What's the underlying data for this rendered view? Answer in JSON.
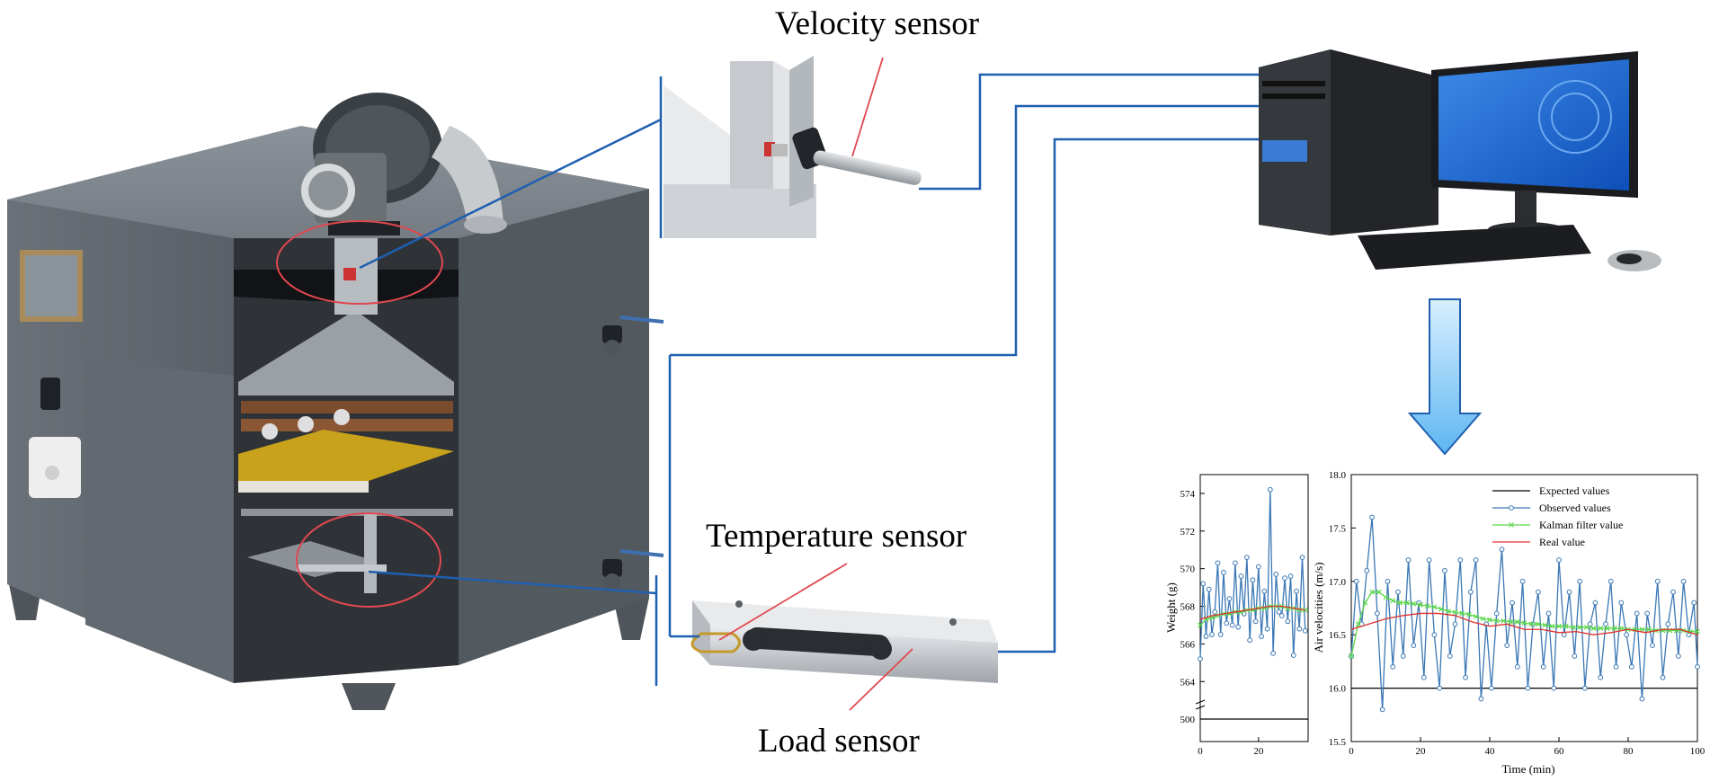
{
  "labels": {
    "velocity_sensor": "Velocity sensor",
    "temperature_sensor": "Temperature sensor",
    "load_sensor": "Load sensor"
  },
  "colors": {
    "connector_line": "#1f5fb0",
    "callout_line": "#e0484f",
    "chamber_body": "#5f666d",
    "tray": "#c9a21c",
    "arrow_fill": "#7fc4f5"
  },
  "chart_data": [
    {
      "type": "line",
      "ylabel": "Weight (g)",
      "xlabel": "",
      "xlim": [
        0,
        37
      ],
      "ylim_upper": [
        563.2,
        575.0
      ],
      "ylim_lower_value": 500,
      "axis_break": true,
      "xticks": [
        0,
        20
      ],
      "yticks": [
        564,
        566,
        568,
        570,
        572,
        574
      ],
      "lower_tick": 500,
      "series": [
        {
          "name": "Observed values",
          "color": "#3b78b5",
          "marker": "circle",
          "x": [
            0,
            1,
            2,
            3,
            4,
            5,
            6,
            7,
            8,
            9,
            10,
            11,
            12,
            13,
            14,
            15,
            16,
            17,
            18,
            19,
            20,
            21,
            22,
            23,
            24,
            25,
            26,
            27,
            28,
            29,
            30,
            31,
            32,
            33,
            34,
            35,
            36
          ],
          "y": [
            565.2,
            569.2,
            566.4,
            568.9,
            566.5,
            567.7,
            570.3,
            566.5,
            569.8,
            567.1,
            568.4,
            567.0,
            570.3,
            566.9,
            569.6,
            567.6,
            570.6,
            566.2,
            569.4,
            567.2,
            570.1,
            566.4,
            568.8,
            566.8,
            574.2,
            565.5,
            569.7,
            567.7,
            567.5,
            569.5,
            567.2,
            569.6,
            565.4,
            568.8,
            566.8,
            570.6,
            566.7
          ]
        },
        {
          "name": "Kalman filter value",
          "color": "#5cd64b",
          "marker": "x",
          "x": [
            0,
            2,
            4,
            6,
            8,
            10,
            12,
            14,
            16,
            18,
            20,
            22,
            24,
            26,
            28,
            30,
            32,
            34,
            36
          ],
          "y": [
            567.0,
            567.3,
            567.4,
            567.5,
            567.6,
            567.6,
            567.7,
            567.7,
            567.8,
            567.8,
            567.9,
            567.9,
            568.0,
            568.0,
            568.0,
            567.9,
            567.9,
            567.8,
            567.8
          ]
        },
        {
          "name": "Real value",
          "color": "#e0302e",
          "marker": "none",
          "x": [
            0,
            4,
            8,
            12,
            16,
            20,
            24,
            28,
            32,
            36
          ],
          "y": [
            567.3,
            567.5,
            567.6,
            567.7,
            567.8,
            567.9,
            568.0,
            568.0,
            567.9,
            567.8
          ]
        },
        {
          "name": "Expected values",
          "color": "#000000",
          "marker": "none",
          "x": [
            0,
            37
          ],
          "y": [
            500,
            500
          ]
        }
      ]
    },
    {
      "type": "line",
      "ylabel": "Air velocities (m/s)",
      "xlabel": "Time (min)",
      "xlim": [
        0,
        100
      ],
      "ylim": [
        15.5,
        18.0
      ],
      "xticks": [
        0,
        20,
        40,
        60,
        80,
        100
      ],
      "yticks": [
        15.5,
        16.0,
        16.5,
        17.0,
        17.5,
        18.0
      ],
      "legend_position": "top-right",
      "legend": [
        "Expected values",
        "Observed values",
        "Kalman filter value",
        "Real value"
      ],
      "series": [
        {
          "name": "Expected values",
          "color": "#000000",
          "marker": "none",
          "x": [
            0,
            100
          ],
          "y": [
            16.0,
            16.0
          ]
        },
        {
          "name": "Observed values",
          "color": "#3b78b5",
          "marker": "circle",
          "x": [
            0,
            1.5,
            3,
            4.5,
            6,
            7.5,
            9,
            10.5,
            12,
            13.5,
            15,
            16.5,
            18,
            19.5,
            21,
            22.5,
            24,
            25.5,
            27,
            28.5,
            30,
            31.5,
            33,
            34.5,
            36,
            37.5,
            39,
            40.5,
            42,
            43.5,
            45,
            46.5,
            48,
            49.5,
            51,
            52.5,
            54,
            55.5,
            57,
            58.5,
            60,
            61.5,
            63,
            64.5,
            66,
            67.5,
            69,
            70.5,
            72,
            73.5,
            75,
            76.5,
            78,
            79.5,
            81,
            82.5,
            84,
            85.5,
            87,
            88.5,
            90,
            91.5,
            93,
            94.5,
            96,
            97.5,
            99,
            100
          ],
          "y": [
            16.3,
            17.0,
            16.6,
            17.1,
            17.6,
            16.7,
            15.8,
            17.0,
            16.2,
            16.9,
            16.3,
            17.2,
            16.4,
            16.8,
            16.1,
            17.2,
            16.5,
            16.0,
            17.1,
            16.3,
            16.6,
            17.2,
            16.1,
            16.9,
            17.2,
            15.9,
            16.6,
            16.0,
            16.7,
            17.3,
            16.4,
            16.8,
            16.2,
            17.0,
            16.0,
            16.6,
            16.9,
            16.2,
            16.7,
            16.0,
            17.2,
            16.5,
            16.9,
            16.3,
            17.0,
            16.0,
            16.6,
            16.8,
            16.1,
            16.6,
            17.0,
            16.2,
            16.8,
            16.5,
            16.2,
            16.7,
            15.9,
            16.7,
            16.4,
            17.0,
            16.1,
            16.6,
            16.9,
            16.3,
            17.0,
            16.5,
            16.8,
            16.2
          ]
        },
        {
          "name": "Kalman filter value",
          "color": "#5cd64b",
          "marker": "x",
          "x": [
            0,
            2,
            4,
            6,
            8,
            10,
            12,
            14,
            16,
            18,
            20,
            22,
            24,
            26,
            28,
            30,
            32,
            34,
            36,
            38,
            40,
            42,
            44,
            46,
            48,
            50,
            52,
            54,
            56,
            58,
            60,
            62,
            64,
            66,
            68,
            70,
            72,
            74,
            76,
            78,
            80,
            82,
            84,
            86,
            88,
            90,
            92,
            94,
            96,
            98,
            100
          ],
          "y": [
            16.3,
            16.6,
            16.8,
            16.9,
            16.9,
            16.85,
            16.82,
            16.8,
            16.8,
            16.79,
            16.78,
            16.77,
            16.76,
            16.74,
            16.72,
            16.71,
            16.7,
            16.69,
            16.67,
            16.65,
            16.64,
            16.63,
            16.63,
            16.62,
            16.62,
            16.61,
            16.6,
            16.6,
            16.59,
            16.58,
            16.58,
            16.58,
            16.57,
            16.57,
            16.57,
            16.56,
            16.56,
            16.56,
            16.56,
            16.56,
            16.55,
            16.55,
            16.55,
            16.55,
            16.54,
            16.54,
            16.54,
            16.54,
            16.54,
            16.53,
            16.53
          ]
        },
        {
          "name": "Real value",
          "color": "#e0302e",
          "marker": "none",
          "x": [
            0,
            5,
            10,
            15,
            20,
            25,
            30,
            35,
            40,
            45,
            50,
            55,
            60,
            65,
            70,
            75,
            80,
            85,
            90,
            95,
            100
          ],
          "y": [
            16.55,
            16.6,
            16.65,
            16.68,
            16.7,
            16.7,
            16.68,
            16.62,
            16.58,
            16.6,
            16.55,
            16.55,
            16.52,
            16.53,
            16.5,
            16.52,
            16.55,
            16.52,
            16.55,
            16.55,
            16.5
          ]
        }
      ]
    }
  ]
}
